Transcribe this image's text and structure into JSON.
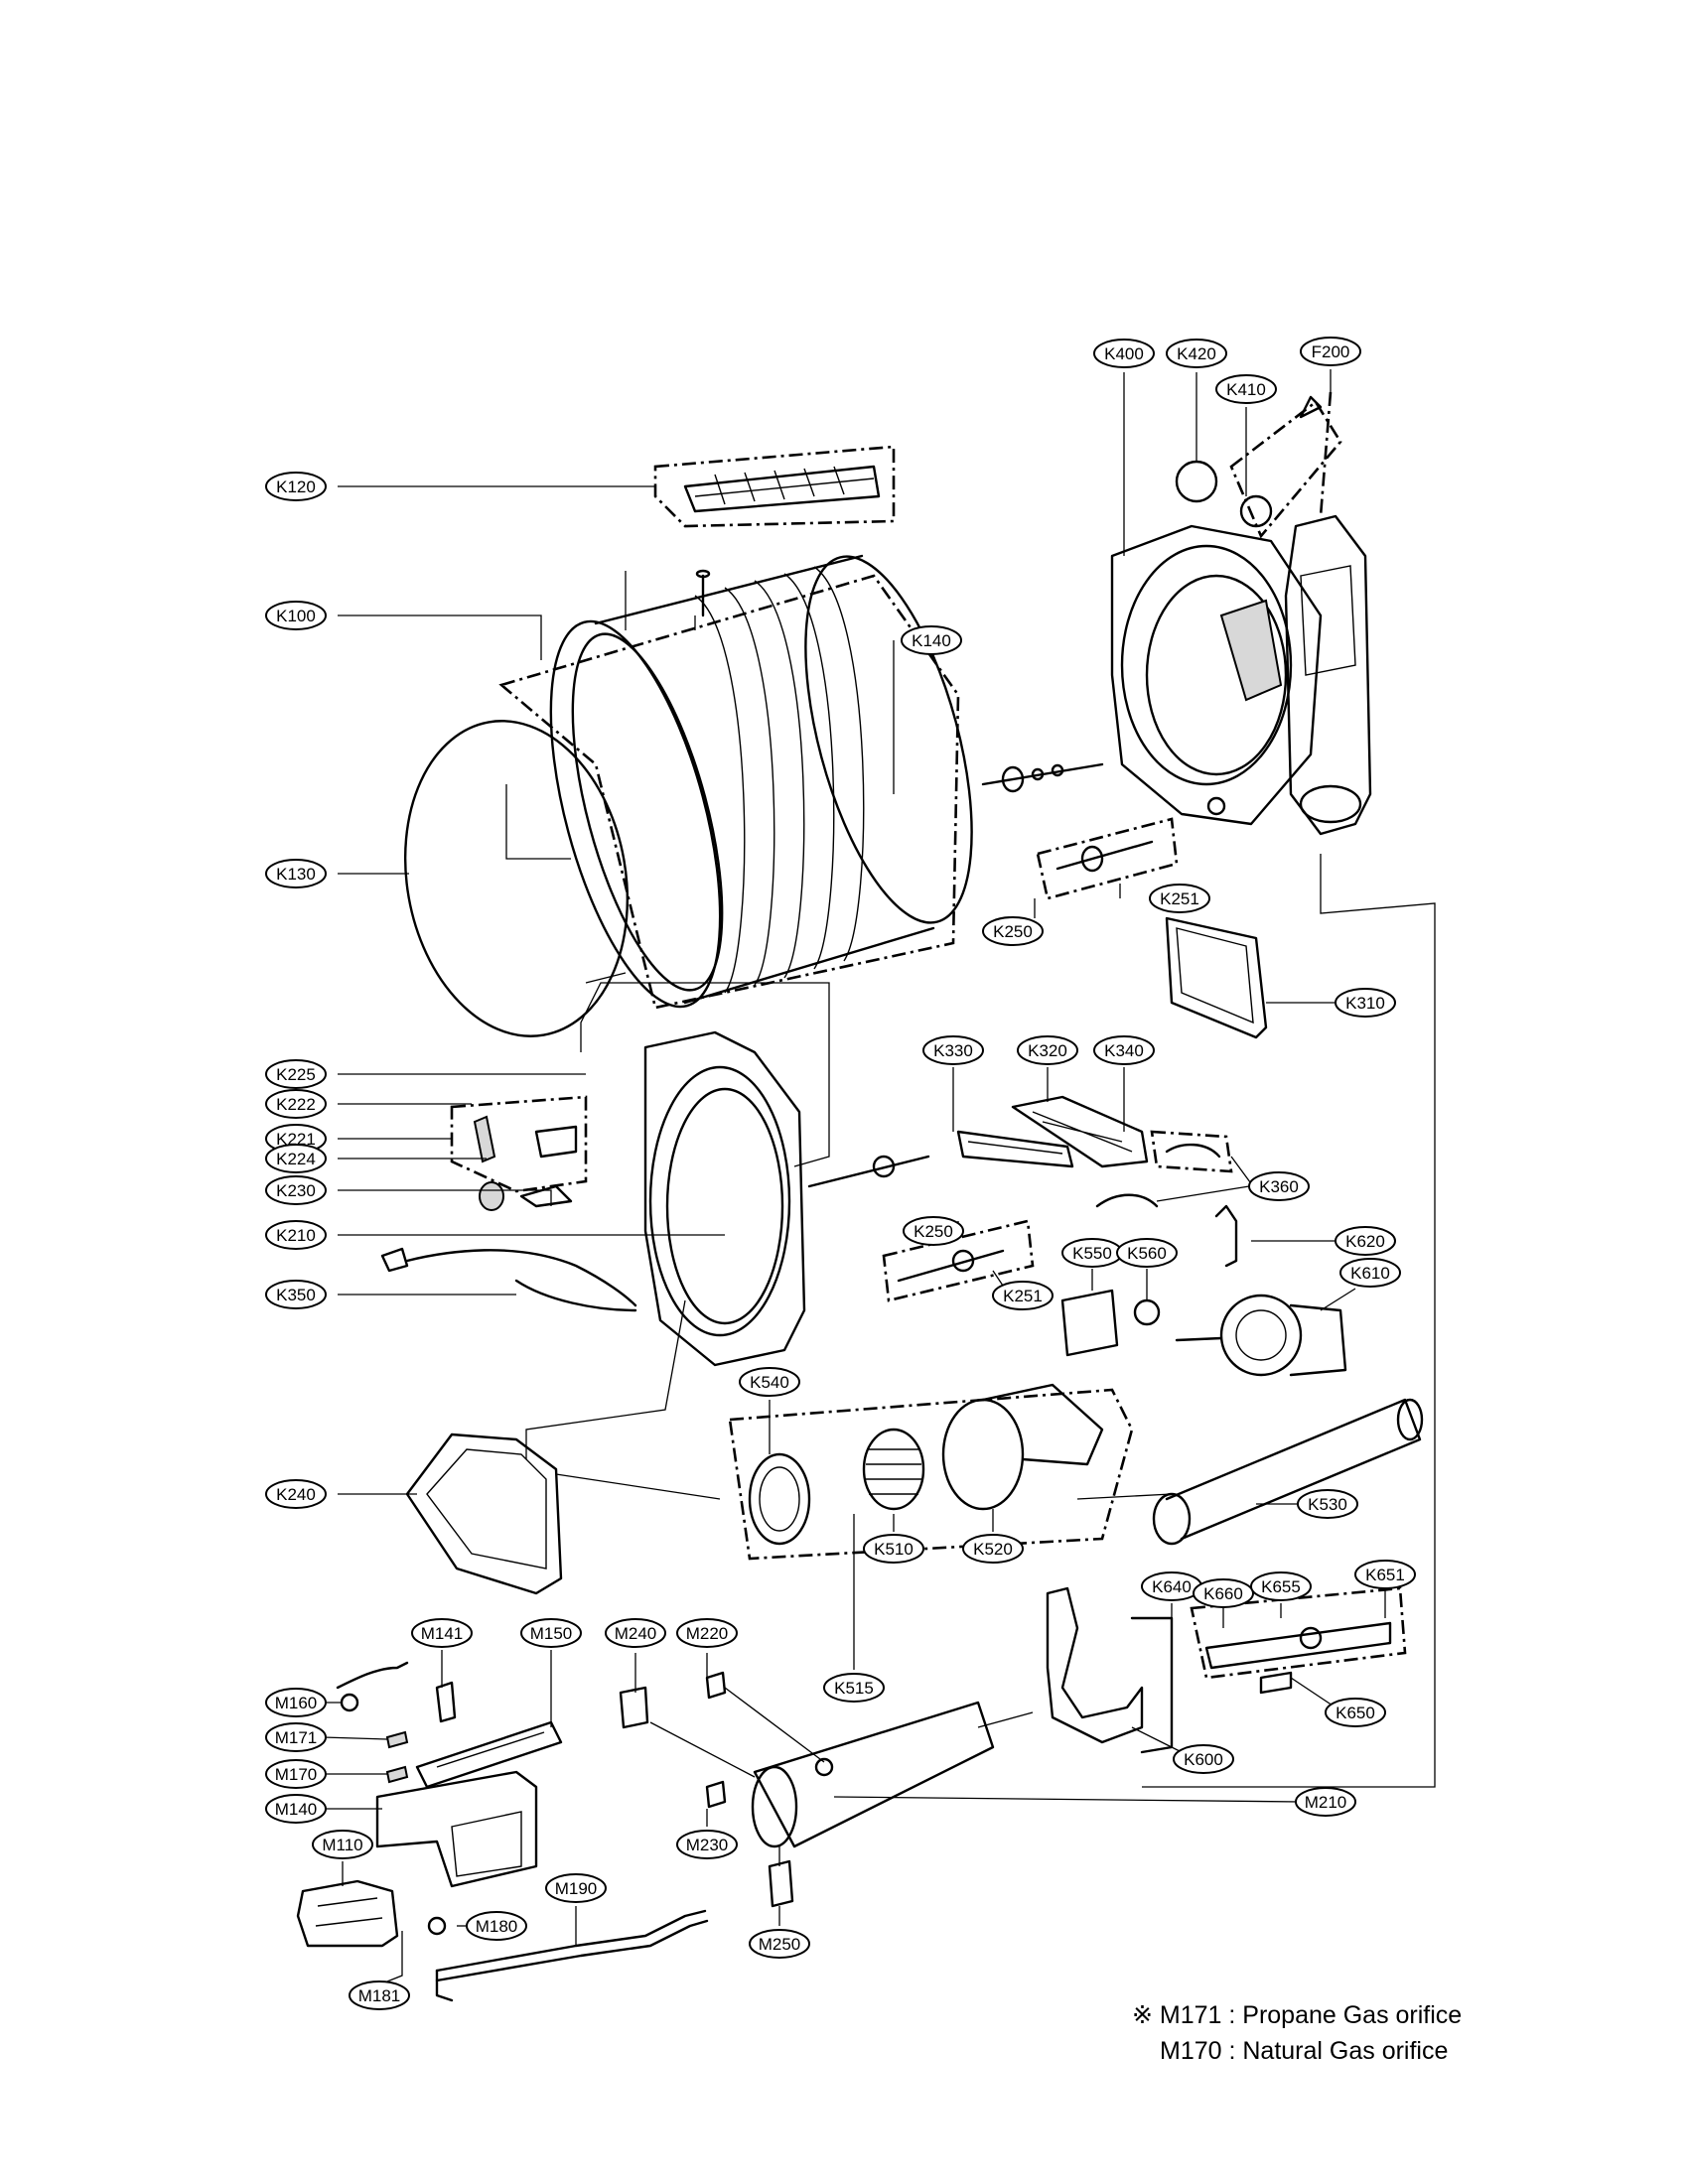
{
  "labels": {
    "k120": "K120",
    "k100": "K100",
    "k130": "K130",
    "k140": "K140",
    "k400": "K400",
    "k420": "K420",
    "k410": "K410",
    "f200": "F200",
    "k250a": "K250",
    "k251a": "K251",
    "k310": "K310",
    "k225": "K225",
    "k222": "K222",
    "k221": "K221",
    "k224": "K224",
    "k230": "K230",
    "k210": "K210",
    "k350": "K350",
    "k330": "K330",
    "k320": "K320",
    "k340": "K340",
    "k360": "K360",
    "k250b": "K250",
    "k251b": "K251",
    "k620": "K620",
    "k550": "K550",
    "k560": "K560",
    "k610": "K610",
    "k540": "K540",
    "k510": "K510",
    "k520": "K520",
    "k530": "K530",
    "k240": "K240",
    "k515": "K515",
    "k640": "K640",
    "k660": "K660",
    "k655": "K655",
    "k651": "K651",
    "k650": "K650",
    "k600": "K600",
    "m141": "M141",
    "m150": "M150",
    "m160": "M160",
    "m171": "M171",
    "m170": "M170",
    "m140": "M140",
    "m110": "M110",
    "m190": "M190",
    "m180": "M180",
    "m181": "M181",
    "m240": "M240",
    "m220": "M220",
    "m230": "M230",
    "m250": "M250",
    "m210": "M210"
  },
  "notes": {
    "line1": "※ M171 : Propane Gas orifice",
    "line2": "M170 : Natural Gas orifice"
  }
}
